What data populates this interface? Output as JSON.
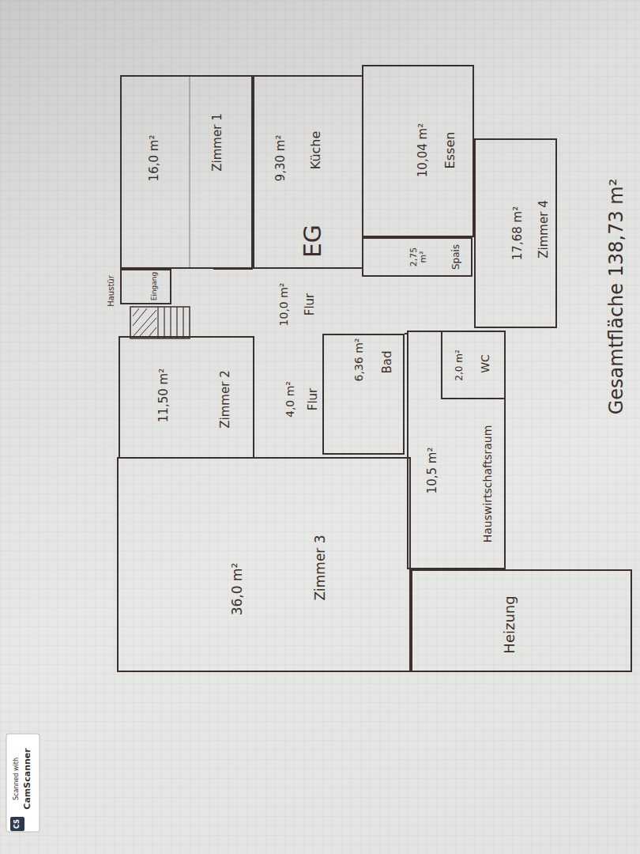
{
  "diagram": {
    "title": "Gesamtfläche 138,73 m²",
    "nodes": [
      {
        "text": [
          "Zimmer 1",
          "16,0 m²"
        ]
      },
      {
        "text": [
          "Küche",
          "9,30 m²"
        ]
      },
      {
        "text": [
          "Essen",
          "10,04 m²"
        ]
      },
      {
        "text": [
          "Spais",
          "2,75 m²"
        ]
      },
      {
        "text": [
          "Zimmer 4",
          "17,68 m²"
        ]
      },
      {
        "text": [
          "Eingang"
        ]
      },
      {
        "text": [
          "Zimmer 2",
          "11,50 m²"
        ]
      },
      {
        "text": [
          "Bad",
          "6,36 m²"
        ]
      },
      {
        "text": [
          "Hauswirtschaftsraum",
          "10,5 m²"
        ]
      },
      {
        "text": [
          "WC",
          "2,0 m²"
        ],
        "in": 8
      },
      {
        "text": [
          "Zimmer 3",
          "36,0 m²"
        ]
      },
      {
        "text": [
          "Heizung"
        ]
      }
    ],
    "labels": [
      "EG",
      "Flur",
      "10,0 m²",
      "Flur",
      "4,0 m²",
      "Haustür",
      "Scanned with",
      "CamScanner",
      "CS"
    ]
  }
}
